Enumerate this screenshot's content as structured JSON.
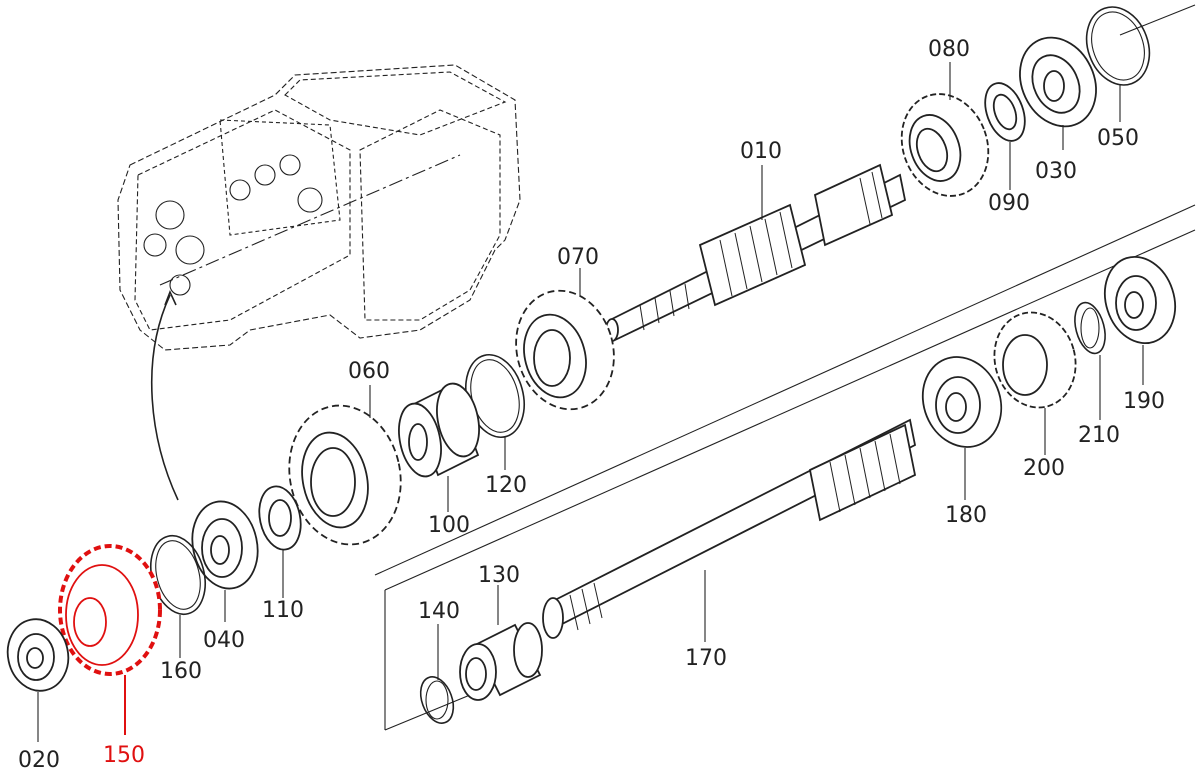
{
  "colors": {
    "line": "#222222",
    "highlight": "#e01010",
    "background": "#ffffff"
  },
  "parts": [
    {
      "id": "p010",
      "label": "010",
      "kind": "shaft"
    },
    {
      "id": "p020",
      "label": "020",
      "kind": "bearing"
    },
    {
      "id": "p030",
      "label": "030",
      "kind": "bearing"
    },
    {
      "id": "p040",
      "label": "040",
      "kind": "bearing"
    },
    {
      "id": "p050",
      "label": "050",
      "kind": "circlip"
    },
    {
      "id": "p060",
      "label": "060",
      "kind": "gear"
    },
    {
      "id": "p070",
      "label": "070",
      "kind": "gear"
    },
    {
      "id": "p080",
      "label": "080",
      "kind": "gear"
    },
    {
      "id": "p090",
      "label": "090",
      "kind": "collar"
    },
    {
      "id": "p100",
      "label": "100",
      "kind": "needle-bearing"
    },
    {
      "id": "p110",
      "label": "110",
      "kind": "collar"
    },
    {
      "id": "p120",
      "label": "120",
      "kind": "circlip"
    },
    {
      "id": "p130",
      "label": "130",
      "kind": "sleeve"
    },
    {
      "id": "p140",
      "label": "140",
      "kind": "circlip"
    },
    {
      "id": "p150",
      "label": "150",
      "kind": "gear",
      "highlighted": true
    },
    {
      "id": "p160",
      "label": "160",
      "kind": "circlip"
    },
    {
      "id": "p170",
      "label": "170",
      "kind": "shaft"
    },
    {
      "id": "p180",
      "label": "180",
      "kind": "bearing"
    },
    {
      "id": "p190",
      "label": "190",
      "kind": "bearing"
    },
    {
      "id": "p200",
      "label": "200",
      "kind": "gear"
    },
    {
      "id": "p210",
      "label": "210",
      "kind": "collar"
    }
  ]
}
